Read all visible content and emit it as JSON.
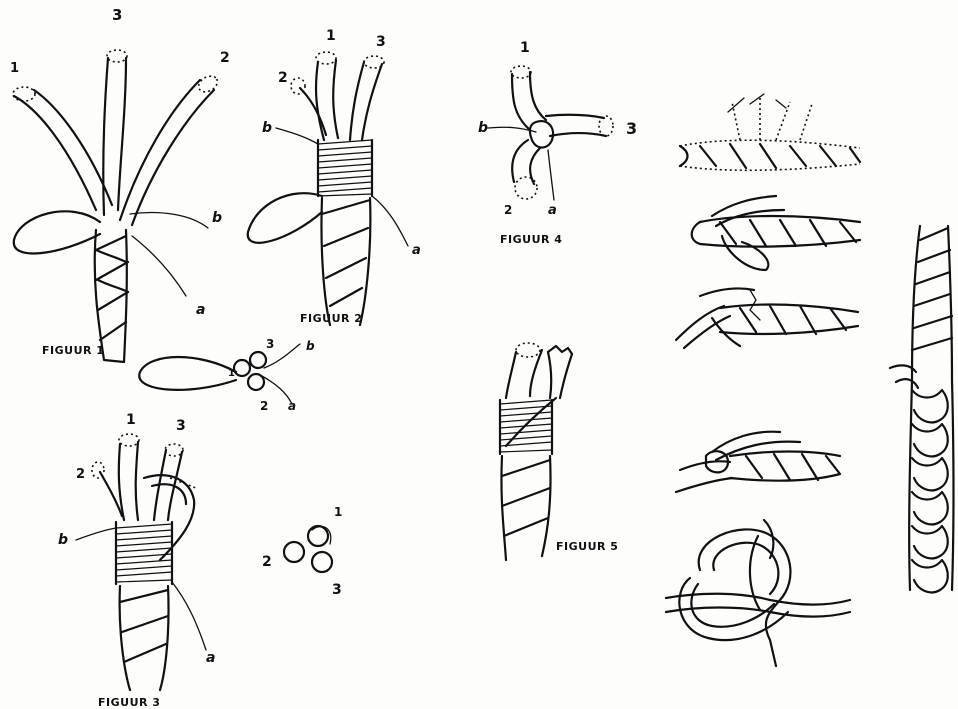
{
  "figures": {
    "fig1": {
      "caption": "FIGUUR 1",
      "strands": [
        "1",
        "2",
        "3"
      ],
      "ends": [
        "a",
        "b"
      ]
    },
    "fig2": {
      "caption": "FIGUUR 2",
      "strands": [
        "1",
        "2",
        "3"
      ],
      "ends": [
        "a",
        "b"
      ]
    },
    "fig3": {
      "caption": "FIGUUR 3",
      "strands": [
        "1",
        "2",
        "3"
      ],
      "ends": [
        "a",
        "b"
      ]
    },
    "fig4": {
      "caption": "FIGUUR 4",
      "strands": [
        "1",
        "2",
        "3"
      ],
      "ends": [
        "a",
        "b"
      ]
    },
    "fig5": {
      "caption": "FIGUUR 5"
    }
  },
  "detail_small": {
    "strands": [
      "1",
      "3",
      "2"
    ],
    "ends": [
      "b",
      "a"
    ]
  },
  "detail_cross": {
    "strands": [
      "1",
      "2",
      "3"
    ]
  }
}
